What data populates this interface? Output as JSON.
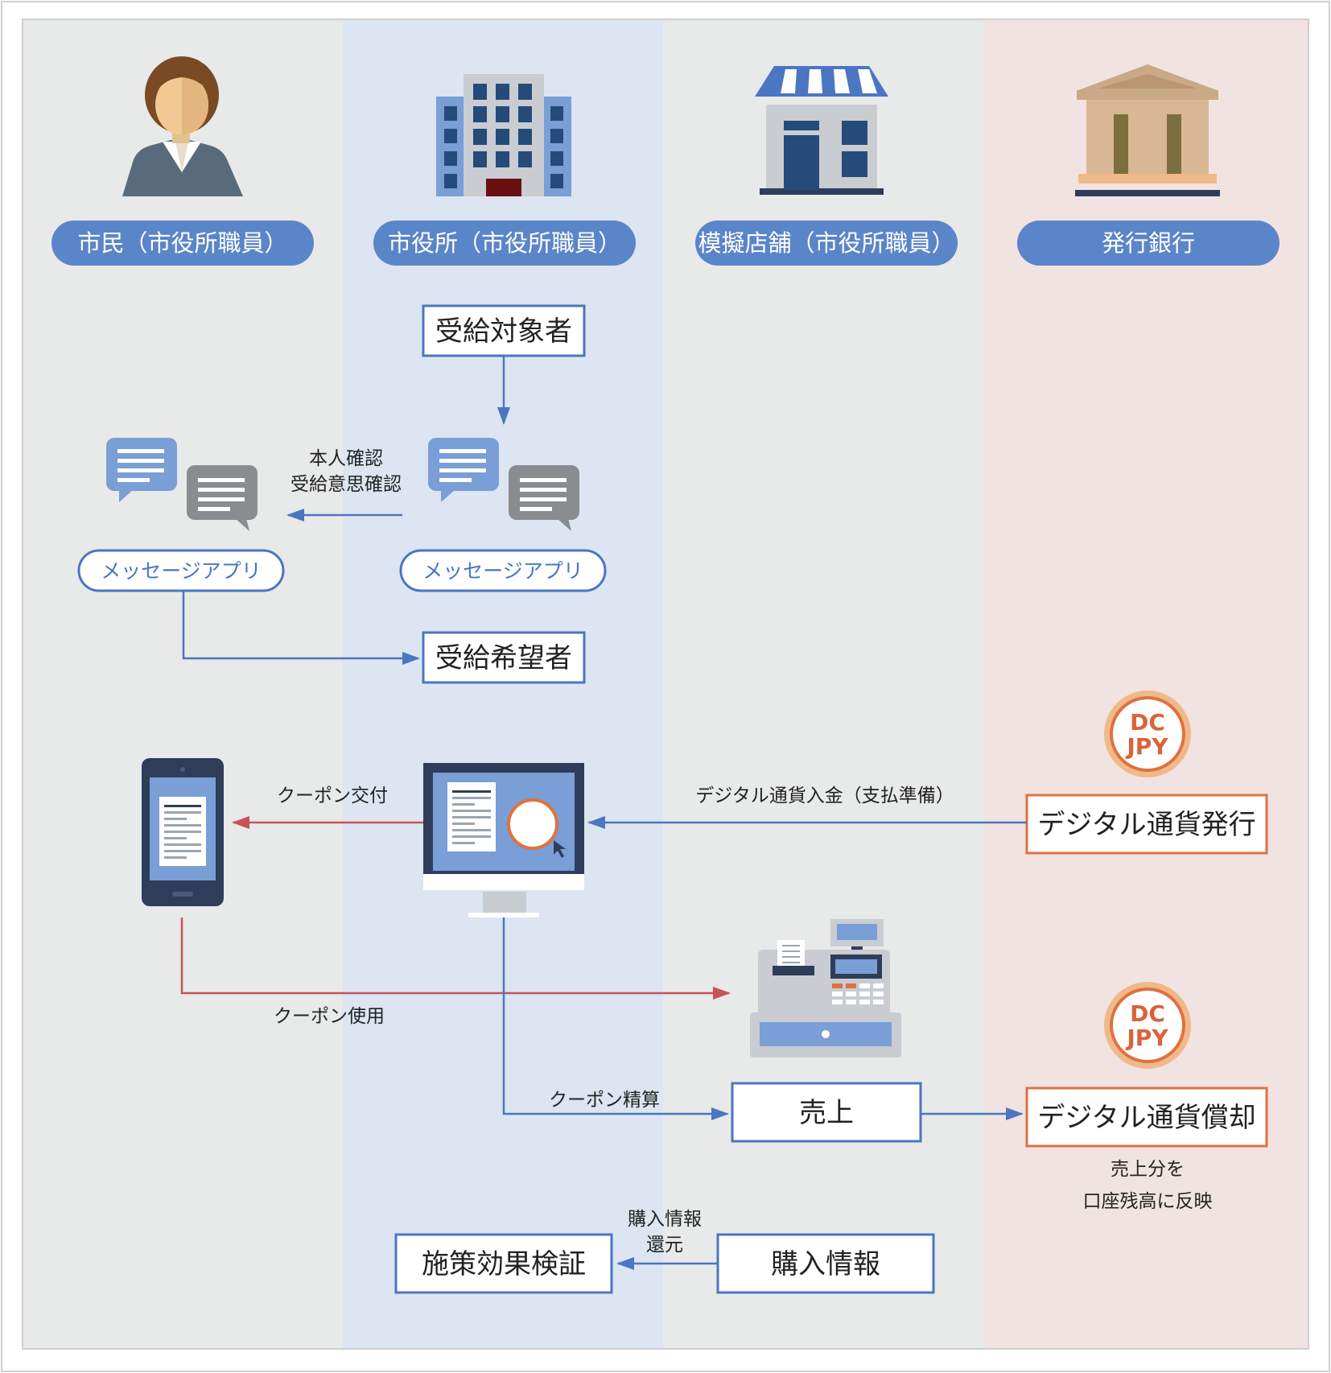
{
  "lanes": [
    {
      "label": "市民（市役所職員）",
      "icon": "citizen-person-icon"
    },
    {
      "label": "市役所（市役所職員）",
      "icon": "city-hall-building-icon"
    },
    {
      "label": "模擬店舗（市役所職員）",
      "icon": "store-shop-icon"
    },
    {
      "label": "発行銀行",
      "icon": "bank-building-icon"
    }
  ],
  "boxes": {
    "target": "受給対象者",
    "applicant": "受給希望者",
    "issue": "デジタル通貨発行",
    "sales": "売上",
    "redeem": "デジタル通貨償却",
    "verify": "施策効果検証",
    "purchase": "購入情報"
  },
  "apps": {
    "citizen": "メッセージアプリ",
    "city": "メッセージアプリ"
  },
  "labels": {
    "identity_line1": "本人確認",
    "identity_line2": "受給意思確認",
    "coupon_issue": "クーポン交付",
    "deposit": "デジタル通貨入金（支払準備）",
    "coupon_use": "クーポン使用",
    "coupon_settle": "クーポン精算",
    "balance_line1": "売上分を",
    "balance_line2": "口座残高に反映",
    "purchase_return_line1": "購入情報",
    "purchase_return_line2": "還元"
  },
  "badges": {
    "line1": "DC",
    "line2": "JPY",
    "small_line1": "DC",
    "small_line2": "JPY"
  },
  "colors": {
    "lane_gray": "#e8e9e9",
    "lane_blue": "#dce5f1",
    "lane_pink": "#f2e3e3",
    "pill_blue": "#5b85c9",
    "box_blue_border": "#4a76c2",
    "box_orange_border": "#e0713f",
    "arrow_blue": "#4a76c2",
    "arrow_red": "#c5545a"
  }
}
